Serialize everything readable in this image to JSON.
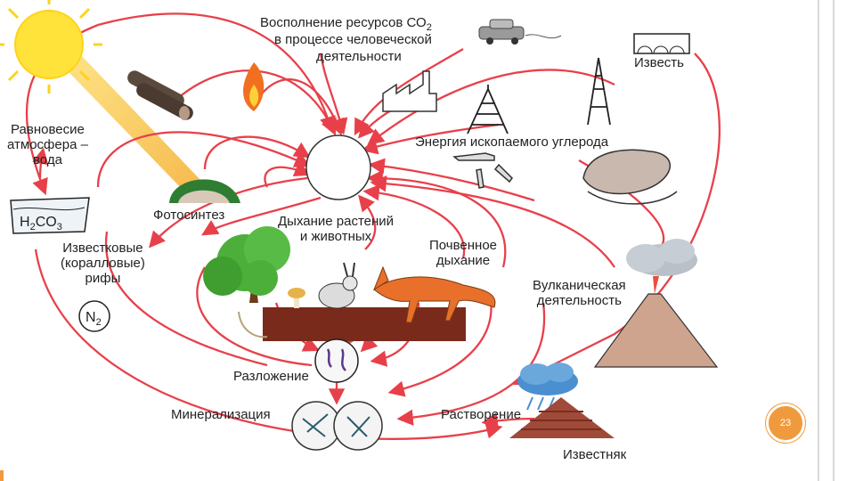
{
  "labels": {
    "co2_line1": "Восполнение ресурсов СО",
    "co2_sub": "2",
    "co2_line2": "в процессе человеческой",
    "co2_line3": "деятельности",
    "lime": "Известь",
    "balance": "Равновесие\nатмосфера –\nвода",
    "h2co3_h": "H",
    "h2co3_2a": "2",
    "h2co3_co": "CO",
    "h2co3_3": "3",
    "reefs": "Известковые\n(коралловые)\nрифы",
    "n2_n": "N",
    "n2_2": "2",
    "photosynthesis": "Фотосинтез",
    "respiration": "Дыхание растений\nи животных",
    "soil_respiration": "Почвенное\nдыхание",
    "fossil_energy": "Энергия ископаемого углерода",
    "volcanic": "Вулканическая\nдеятельность",
    "decomposition": "Разложение",
    "mineralization": "Минерализация",
    "dissolution": "Растворение",
    "limestone": "Известняк"
  },
  "page_number": "23",
  "colors": {
    "arrow": "#e8404a",
    "sun": "#ffe23a",
    "soil": "#7a2a1a",
    "tree": "#4caf3a",
    "fox": "#e8702a",
    "volcano": "#caa08a",
    "limestone": "#a04a3a",
    "accent": "#f09a3e"
  },
  "icons": [
    "sun-icon",
    "logs-icon",
    "fire-icon",
    "car-icon",
    "factory-icon",
    "oil-rig-icon",
    "lime-kiln-icon",
    "coal-deposit-icon",
    "pipes-icon",
    "leaf-litter-icon",
    "tree-icon",
    "mushroom-icon",
    "rabbit-icon",
    "fox-icon",
    "microbes-icon",
    "cloud-icon",
    "volcano-icon",
    "rain-cloud-icon",
    "limestone-icon"
  ]
}
